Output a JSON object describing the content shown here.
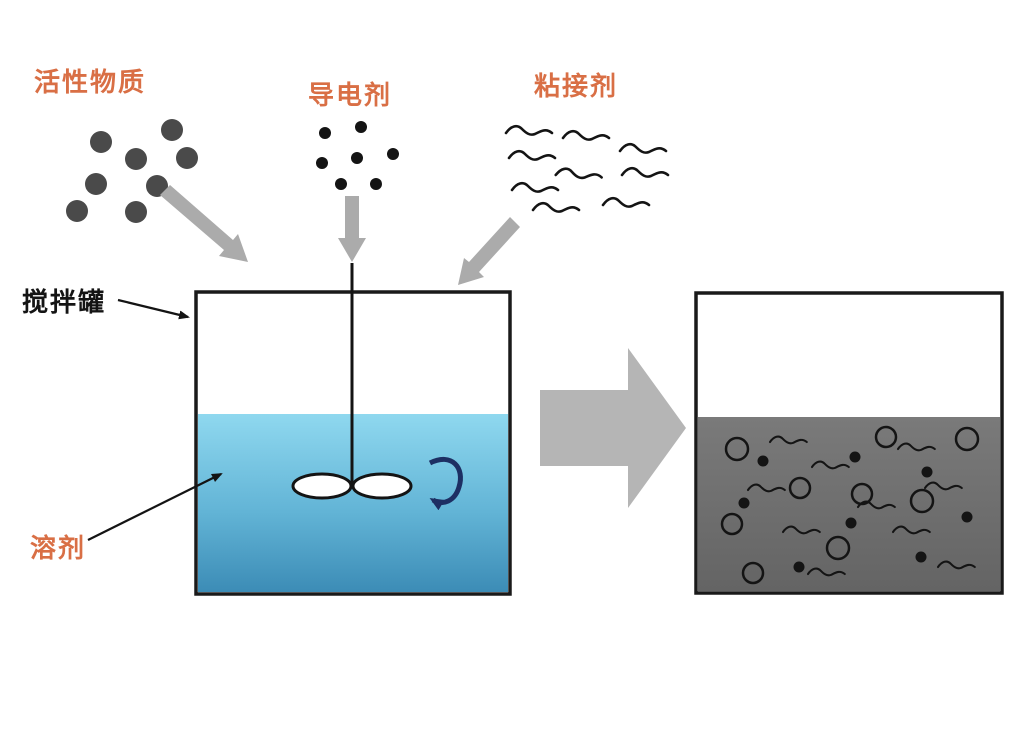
{
  "labels": {
    "active_material": "活性物质",
    "conductive_agent": "导电剂",
    "binder": "粘接剂",
    "mixing_tank": "搅拌罐",
    "solvent": "溶剂"
  },
  "colors": {
    "material_label_orange": "#d96f45",
    "tank_label_dark": "#141414",
    "feed_arrow_gray": "#ababab",
    "process_arrow_gray": "#b5b5b5",
    "active_particle_gray": "#4a4a4a",
    "conductive_dot_black": "#141414",
    "binder_line_black": "#141414",
    "liquid_top_blue": "#8fd8ef",
    "liquid_bottom_blue": "#3c8cb6",
    "slurry_gray": "#6f6f6f",
    "rotation_arrow_navy": "#1d2f63",
    "tank_outline": "#1a1a1a"
  }
}
